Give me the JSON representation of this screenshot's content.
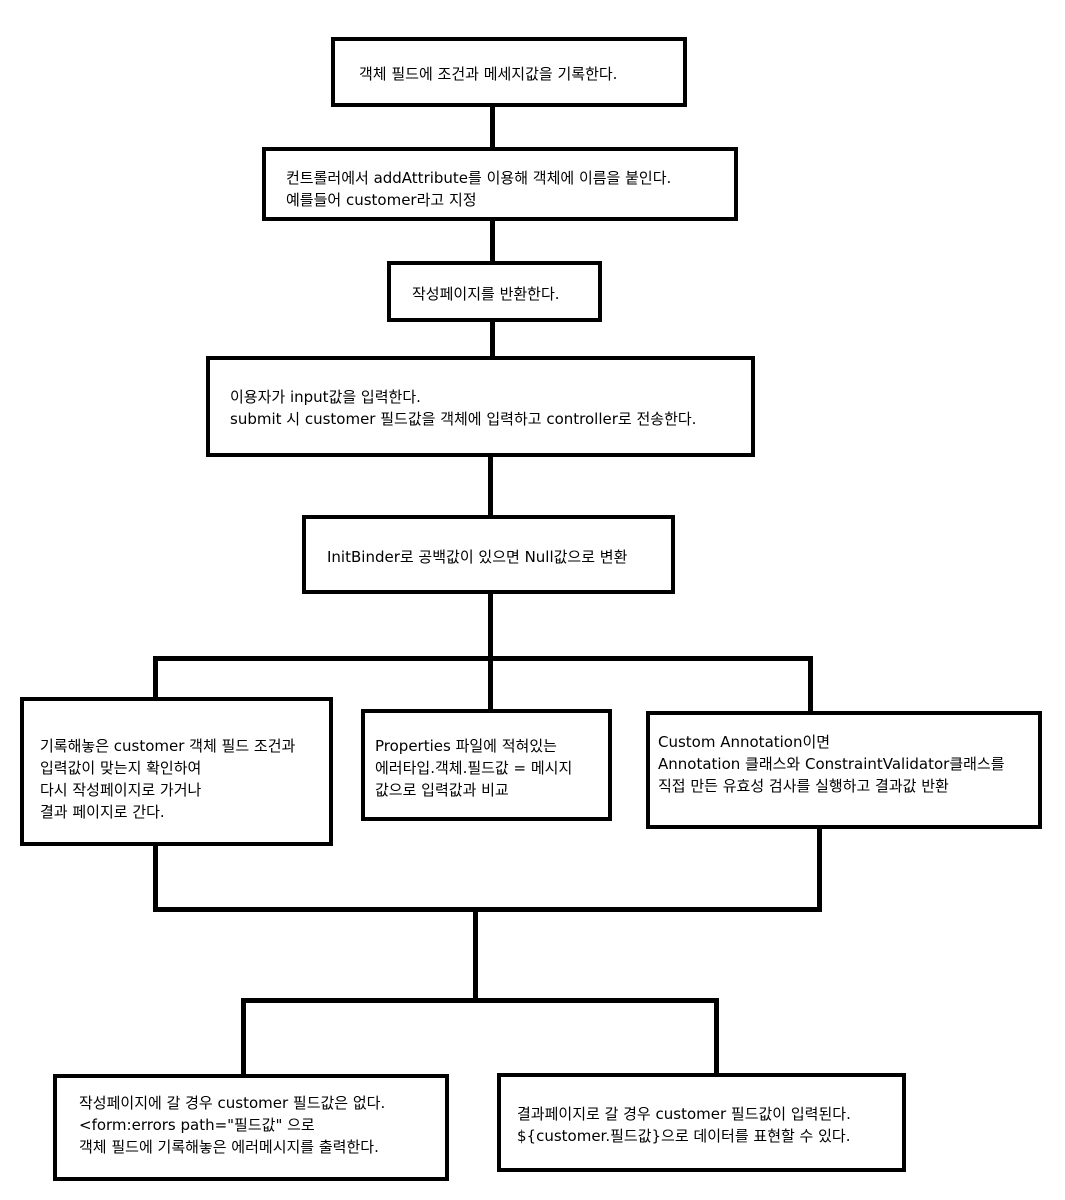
{
  "nodes": {
    "step1": {
      "lines": [
        "객체 필드에 조건과 메세지값을 기록한다."
      ]
    },
    "step2": {
      "lines": [
        "컨트롤러에서 addAttribute를 이용해 객체에 이름을 붙인다.",
        "예를들어 customer라고 지정"
      ]
    },
    "step3": {
      "lines": [
        "작성페이지를 반환한다."
      ]
    },
    "step4": {
      "lines": [
        "이용자가 input값을 입력한다.",
        "submit 시 customer 필드값을 객체에 입력하고 controller로 전송한다."
      ]
    },
    "step5": {
      "lines": [
        "InitBinder로 공백값이 있으면 Null값으로 변환"
      ]
    },
    "branch_left": {
      "lines": [
        "기록해놓은 customer 객체 필드 조건과",
        "입력값이 맞는지 확인하여",
        "다시 작성페이지로 가거나",
        "결과 페이지로 간다."
      ]
    },
    "branch_middle": {
      "lines": [
        "Properties 파일에 적혀있는",
        "에러타입.객체.필드값 = 메시지",
        "값으로 입력값과 비교"
      ]
    },
    "branch_right": {
      "lines": [
        "Custom Annotation이면",
        "Annotation 클래스와 ConstraintValidator클래스를",
        "직접 만든 유효성 검사를 실행하고 결과값 반환"
      ]
    },
    "result_left": {
      "lines": [
        "작성페이지에 갈 경우 customer 필드값은 없다.",
        "<form:errors path=\"필드값\" 으로",
        "객체 필드에 기록해놓은 에러메시지를 출력한다."
      ]
    },
    "result_right": {
      "lines": [
        "결과페이지로 갈 경우 customer 필드값이 입력된다.",
        "${customer.필드값}으로 데이터를 표현할 수 있다."
      ]
    }
  }
}
